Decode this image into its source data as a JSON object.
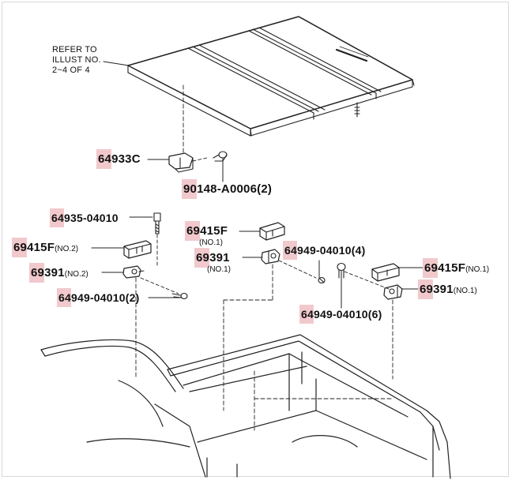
{
  "note": {
    "line1": "REFER TO",
    "line2": "ILLUST NO.",
    "line3": "2~4 OF 4"
  },
  "highlight_color": "#f1c9cc",
  "callouts": [
    {
      "hl": "64",
      "rest": "933C",
      "suffix": ""
    },
    {
      "hl": "90",
      "rest": "148-A0006",
      "suffix": "(2)"
    },
    {
      "hl": "64",
      "rest": "935-04010",
      "suffix": ""
    },
    {
      "hl": "69",
      "rest": "415F",
      "suffix": "(NO.2)"
    },
    {
      "hl": "69",
      "rest": "391",
      "suffix": "(NO.2)"
    },
    {
      "hl": "64",
      "rest": "949-04010",
      "suffix": "(2)"
    },
    {
      "hl": "69",
      "rest": "415F",
      "suffix": "(NO.1)"
    },
    {
      "hl": "69",
      "rest": "391",
      "suffix": "(NO.1)"
    },
    {
      "hl": "64",
      "rest": "949-04010",
      "suffix": "(4)"
    },
    {
      "hl": "69",
      "rest": "415F",
      "suffix": "(NO.1)"
    },
    {
      "hl": "69",
      "rest": "391",
      "suffix": "(NO.1)"
    },
    {
      "hl": "64",
      "rest": "949-04010",
      "suffix": "(6)"
    }
  ]
}
